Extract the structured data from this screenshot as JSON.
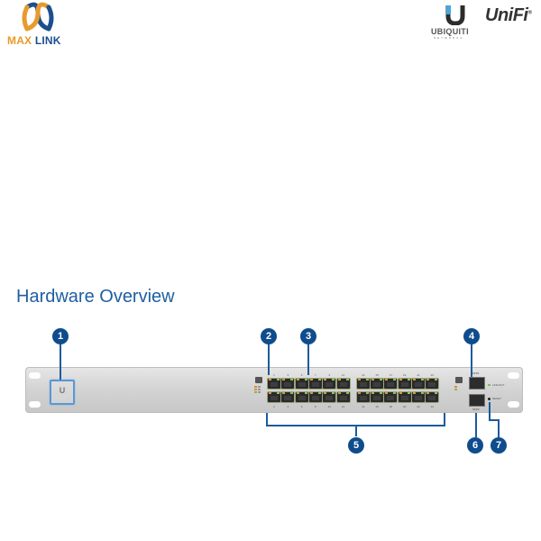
{
  "header": {
    "left_logo": {
      "brand_max": "MAX",
      "brand_link": "LINK"
    },
    "right_logos": {
      "ubiquiti": "UBIQUITI",
      "ubiquiti_sub": "NETWORKS",
      "unifi": "UniFi",
      "unifi_mark": "®"
    }
  },
  "section": {
    "title": "Hardware Overview"
  },
  "device": {
    "logo_glyph": "U",
    "top_port_numbers": [
      "1",
      "3",
      "5",
      "7",
      "9",
      "11",
      "13",
      "15",
      "17",
      "19",
      "21",
      "23"
    ],
    "bottom_port_numbers": [
      "2",
      "4",
      "6",
      "8",
      "10",
      "12",
      "14",
      "16",
      "18",
      "20",
      "22",
      "24"
    ],
    "sfp_labels": [
      "SFP1",
      "SFP2"
    ],
    "reset_label": "RESET",
    "link_act_label": "LINK/ACT"
  },
  "callouts": [
    {
      "num": "1",
      "target": "front-logo-led"
    },
    {
      "num": "2",
      "target": "port-leds"
    },
    {
      "num": "3",
      "target": "rj45-port-led"
    },
    {
      "num": "4",
      "target": "sfp-port-1"
    },
    {
      "num": "5",
      "target": "rj45-ports"
    },
    {
      "num": "6",
      "target": "sfp-port-2"
    },
    {
      "num": "7",
      "target": "reset-button"
    }
  ],
  "colors": {
    "accent": "#0f4c8c",
    "title": "#1f5fa0",
    "max_orange": "#e89a2c",
    "link_blue": "#1d4e8f"
  }
}
